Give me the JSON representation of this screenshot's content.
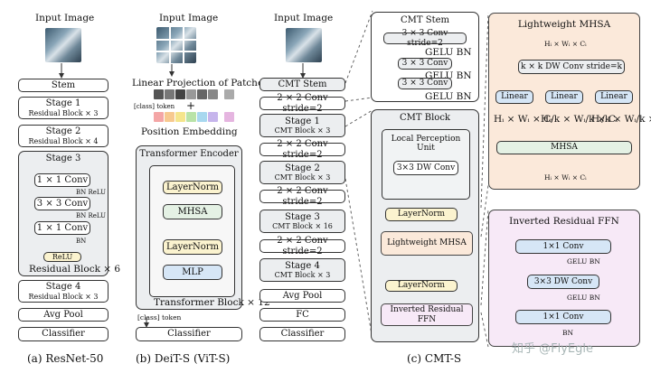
{
  "resnet": {
    "input_label": "Input Image",
    "stem": "Stem",
    "stage1_title": "Stage 1",
    "stage1_sub": "Residual Block × 3",
    "stage2_title": "Stage 2",
    "stage2_sub": "Residual Block × 4",
    "stage3_title": "Stage 3",
    "conv1": "1 × 1 Conv",
    "bn_relu_1": "BN ReLU",
    "conv3": "3 × 3 Conv",
    "bn_relu_2": "BN ReLU",
    "conv1b": "1 × 1 Conv",
    "bn": "BN",
    "relu": "ReLU",
    "stage3_sub": "Residual Block × 6",
    "stage4_title": "Stage 4",
    "stage4_sub": "Residual Block × 3",
    "avgpool": "Avg Pool",
    "classifier": "Classifier",
    "caption": "(a)  ResNet-50"
  },
  "deit": {
    "input_label": "Input Image",
    "linear_proj": "Linear Projection of Patches",
    "class_token": "[class] token",
    "plus": "+",
    "pos_embed": "Position Embedding",
    "encoder_title": "Transformer Encoder",
    "layernorm1": "LayerNorm",
    "mhsa": "MHSA",
    "layernorm2": "LayerNorm",
    "mlp": "MLP",
    "block_sub": "Transformer Block × 12",
    "class_token_out": "[class] token",
    "classifier": "Classifier",
    "caption": "(b)  DeiT-S  (ViT-S)"
  },
  "cmt": {
    "input_label": "Input Image",
    "stem": "CMT Stem",
    "conv_s2_a": "2 × 2 Conv stride=2",
    "stage1_title": "Stage 1",
    "stage1_sub": "CMT Block × 3",
    "conv_s2_b": "2 × 2 Conv stride=2",
    "stage2_title": "Stage 2",
    "stage2_sub": "CMT Block × 3",
    "conv_s2_c": "2 × 2 Conv stride=2",
    "stage3_title": "Stage 3",
    "stage3_sub": "CMT Block × 16",
    "conv_s2_d": "2 × 2 Conv stride=2",
    "stage4_title": "Stage 4",
    "stage4_sub": "CMT Block × 3",
    "avgpool": "Avg Pool",
    "fc": "FC",
    "classifier": "Classifier",
    "caption": "(c)  CMT-S"
  },
  "stem_detail": {
    "title": "CMT Stem",
    "conv_a": "3 × 3 Conv stride=2",
    "gelu_bn_a": "GELU BN",
    "conv_b": "3 × 3 Conv",
    "gelu_bn_b": "GELU BN",
    "conv_c": "3 × 3 Conv",
    "gelu_bn_c": "GELU BN"
  },
  "block_detail": {
    "title": "CMT Block",
    "lpu_title": "Local Perception Unit",
    "dwconv": "3×3 DW Conv",
    "layernorm1": "LayerNorm",
    "lmhsa": "Lightweight MHSA",
    "layernorm2": "LayerNorm",
    "irffn": "Inverted Residual FFN"
  },
  "lmhsa_detail": {
    "title": "Lightweight MHSA",
    "dim_in": "Hᵢ × Wᵢ × Cᵢ",
    "dwconv": "k × k DW Conv stride=k",
    "linear_q": "Linear",
    "linear_k": "Linear",
    "linear_v": "Linear",
    "dim_q": "Hᵢ × Wᵢ × Cᵢ",
    "dim_k": "Hᵢ/k × Wᵢ/k × Cᵢ",
    "dim_v": "Hᵢ/k × Wᵢ/k × Cᵢ",
    "mhsa": "MHSA",
    "dim_out": "Hᵢ × Wᵢ × Cᵢ"
  },
  "ffn_detail": {
    "title": "Inverted Residual FFN",
    "conv1": "1×1 Conv",
    "gelu_bn_1": "GELU BN",
    "dwconv": "3×3 DW Conv",
    "gelu_bn_2": "GELU BN",
    "conv2": "1×1 Conv",
    "bn": "BN"
  },
  "watermark": "知乎 @FlyEgle",
  "colors": {
    "gray": "#eceef0",
    "peach": "#fbe9da",
    "pink": "#f7e9f7",
    "cream": "#fbf3cf",
    "blue": "#d6e6f6",
    "green": "#e4f1e4"
  }
}
